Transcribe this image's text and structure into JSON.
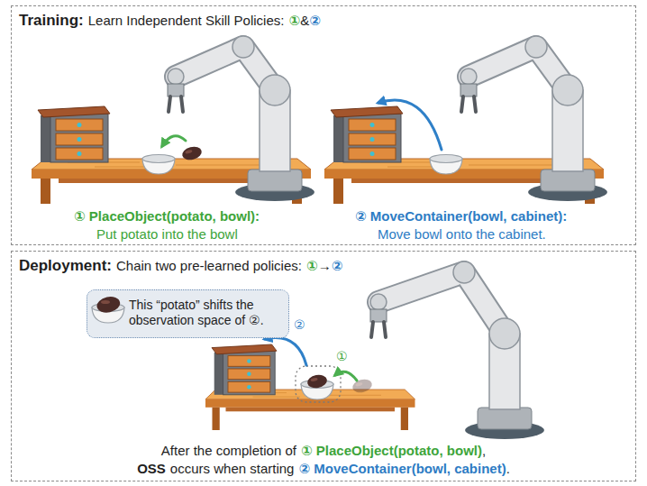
{
  "diagram": {
    "nodes": [
      {
        "text": [
          "Training:",
          "Learn Independent Skill Policies:",
          "①",
          "&",
          "②"
        ]
      },
      {
        "text": [
          "Deployment:",
          "Chain two pre-learned policies:",
          "①",
          "→",
          "②"
        ]
      },
      {
        "text": [
          "This “potato” shifts the observation space of ②."
        ],
        "in": 1
      }
    ],
    "labels": [
      "① PlaceObject(potato, bowl):",
      "Put potato into the bowl",
      "② MoveContainer(bowl, cabinet):",
      "Move bowl onto the cabinet.",
      "②",
      "①",
      "After the completion of",
      "① PlaceObject(potato, bowl)",
      ",",
      "OSS",
      "occurs when starting",
      "② MoveContainer(bowl, cabinet)",
      "."
    ]
  }
}
